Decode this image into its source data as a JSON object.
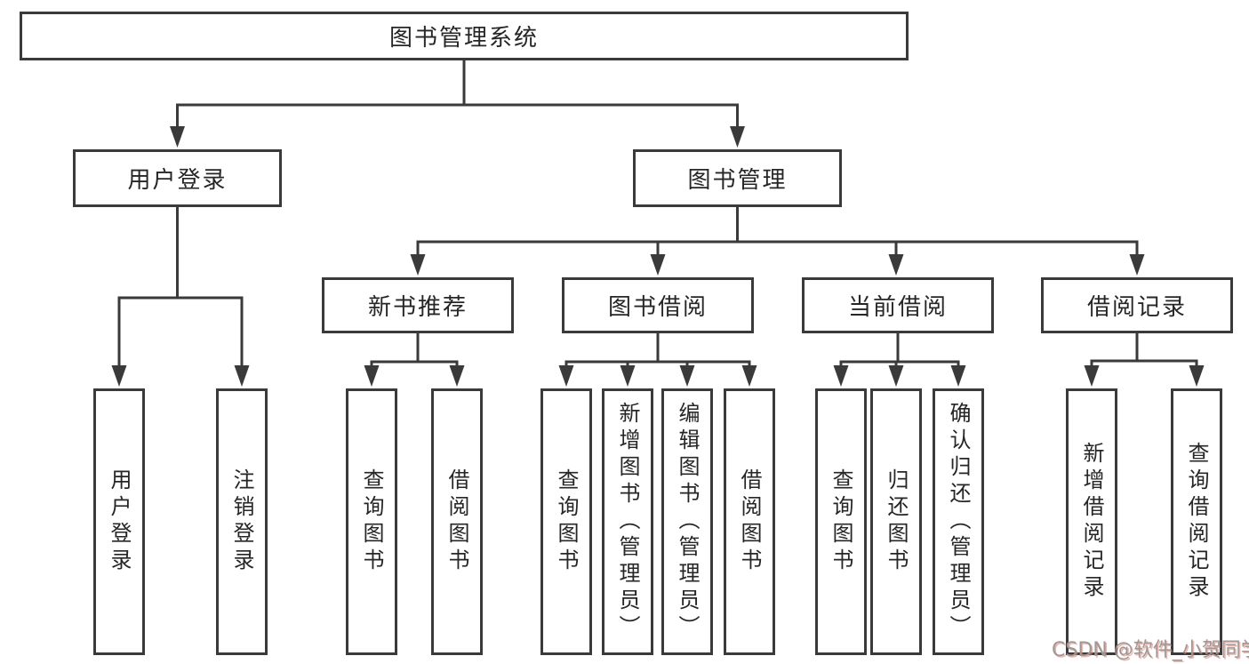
{
  "page": {
    "background": "#ffffff"
  },
  "colors": {
    "line": "#3a3a3a",
    "box_border": "#3a3a3a",
    "box_background": "#ffffff",
    "text": "#262626",
    "watermark_text": "#9a9a9a",
    "watermark_shadow": "#e87868"
  },
  "tree": {
    "root": {
      "label": "图书管理系统"
    },
    "level2": [
      {
        "label": "用户登录",
        "leaves": [
          {
            "label": "用户登录"
          },
          {
            "label": "注销登录"
          }
        ]
      },
      {
        "label": "图书管理",
        "children": [
          {
            "label": "新书推荐",
            "leaves": [
              {
                "label": "查询图书"
              },
              {
                "label": "借阅图书"
              }
            ]
          },
          {
            "label": "图书借阅",
            "leaves": [
              {
                "label": "查询图书"
              },
              {
                "label": "新增图书（管理员）"
              },
              {
                "label": "编辑图书（管理员）"
              },
              {
                "label": "借阅图书"
              }
            ]
          },
          {
            "label": "当前借阅",
            "leaves": [
              {
                "label": "查询图书"
              },
              {
                "label": "归还图书"
              },
              {
                "label": "确认归还（管理员）"
              }
            ]
          },
          {
            "label": "借阅记录",
            "leaves": [
              {
                "label": "新增借阅记录"
              },
              {
                "label": "查询借阅记录"
              }
            ]
          }
        ]
      }
    ]
  },
  "watermark": {
    "text": "CSDN @软件_小贺同学"
  }
}
